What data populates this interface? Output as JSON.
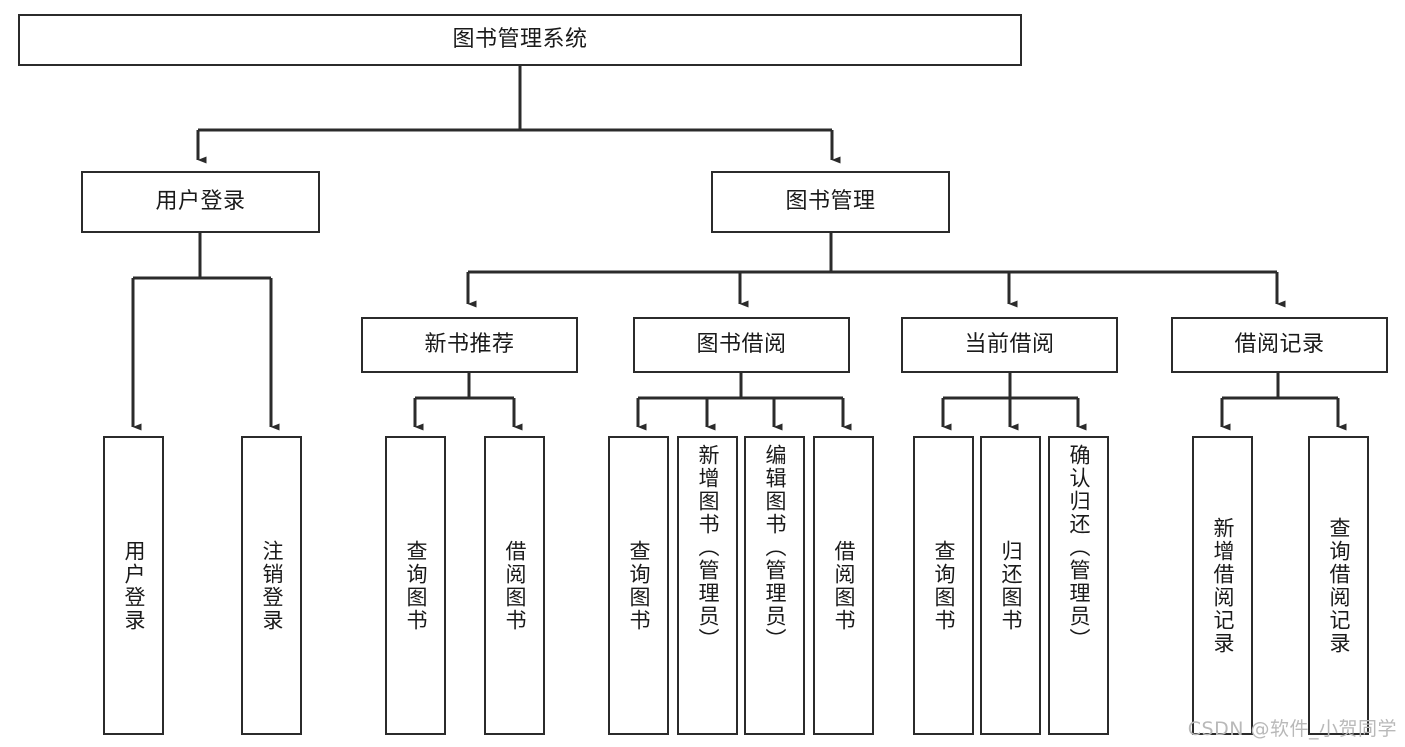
{
  "diagram": {
    "type": "tree-flowchart",
    "title_node": {
      "id": "root",
      "label": "图书管理系统"
    },
    "level2": [
      {
        "id": "user-login",
        "label": "用户登录"
      },
      {
        "id": "book-manage",
        "label": "图书管理"
      }
    ],
    "level3": [
      {
        "id": "new-book-recommend",
        "label": "新书推荐",
        "parent": "book-manage"
      },
      {
        "id": "book-borrow",
        "label": "图书借阅",
        "parent": "book-manage"
      },
      {
        "id": "current-borrow",
        "label": "当前借阅",
        "parent": "book-manage"
      },
      {
        "id": "borrow-record",
        "label": "借阅记录",
        "parent": "book-manage"
      }
    ],
    "leaves": [
      {
        "id": "leaf-user-login",
        "label": "用户登录",
        "parent": "user-login"
      },
      {
        "id": "leaf-user-logout",
        "label": "注销登录",
        "parent": "user-login"
      },
      {
        "id": "leaf-query-book-1",
        "label": "查询图书",
        "parent": "new-book-recommend"
      },
      {
        "id": "leaf-borrow-book-1",
        "label": "借阅图书",
        "parent": "new-book-recommend"
      },
      {
        "id": "leaf-query-book-2",
        "label": "查询图书",
        "parent": "book-borrow"
      },
      {
        "id": "leaf-add-book",
        "label": "新增图书（管理员）",
        "parent": "book-borrow"
      },
      {
        "id": "leaf-edit-book",
        "label": "编辑图书（管理员）",
        "parent": "book-borrow"
      },
      {
        "id": "leaf-borrow-book-2",
        "label": "借阅图书",
        "parent": "book-borrow"
      },
      {
        "id": "leaf-query-book-3",
        "label": "查询图书",
        "parent": "current-borrow"
      },
      {
        "id": "leaf-return-book",
        "label": "归还图书",
        "parent": "current-borrow"
      },
      {
        "id": "leaf-confirm-return",
        "label": "确认归还（管理员）",
        "parent": "current-borrow"
      },
      {
        "id": "leaf-add-record",
        "label": "新增借阅记录",
        "parent": "borrow-record"
      },
      {
        "id": "leaf-query-record",
        "label": "查询借阅记录",
        "parent": "borrow-record"
      }
    ],
    "colors": {
      "border": "#2b2b2b",
      "text": "#1a1a1a",
      "background": "#ffffff",
      "connector": "#2b2b2b",
      "watermark": "#b9b9b9"
    }
  },
  "watermark": {
    "text": "CSDN @软件_小贺同学"
  }
}
